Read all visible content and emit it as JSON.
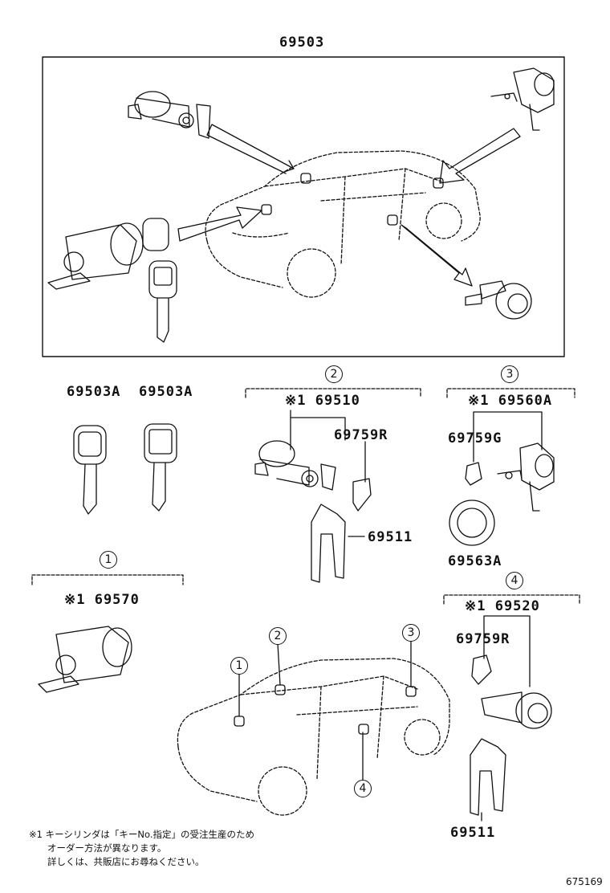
{
  "assembly_label": "69503",
  "keys": {
    "left_label": "69503A",
    "right_label": "69503A"
  },
  "groups": {
    "g1": {
      "num": "1",
      "part": "※1 69570"
    },
    "g2": {
      "num": "2",
      "part": "※1 69510",
      "pawl": "69759R",
      "bracket": "69511"
    },
    "g3": {
      "num": "3",
      "part": "※1 69560A",
      "pawl": "69759G",
      "ring": "69563A"
    },
    "g4": {
      "num": "4",
      "part": "※1 69520",
      "pawl": "69759R",
      "bracket": "69511"
    }
  },
  "car_markers": {
    "m1": "1",
    "m2": "2",
    "m3": "3",
    "m4": "4"
  },
  "footnote": {
    "line1": "※1 キーシリンダは「キーNo.指定」の受注生産のため",
    "line2": "オーダー方法が異なります。",
    "line3": "詳しくは、共販店にお尋ねください。"
  },
  "figure_id": "675169",
  "colors": {
    "ink": "#111111",
    "paper": "#ffffff"
  }
}
